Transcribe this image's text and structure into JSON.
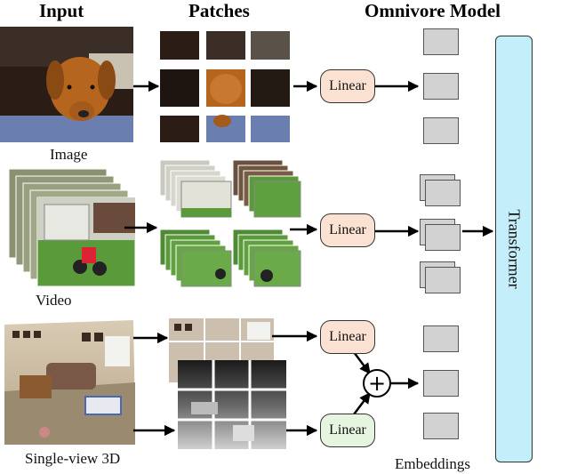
{
  "headers": {
    "input": "Input",
    "patches": "Patches",
    "model": "Omnivore Model"
  },
  "captions": {
    "image": "Image",
    "video": "Video",
    "single_view_3d": "Single-view 3D",
    "embeddings": "Embeddings"
  },
  "linear_label": "Linear",
  "transformer_label": "Transformer",
  "plus_symbol": "+",
  "colors": {
    "linear_orange": "#fbe1d2",
    "linear_green": "#e5f5df",
    "transformer": "#c4eefa",
    "embedding": "#d2d2d2"
  }
}
